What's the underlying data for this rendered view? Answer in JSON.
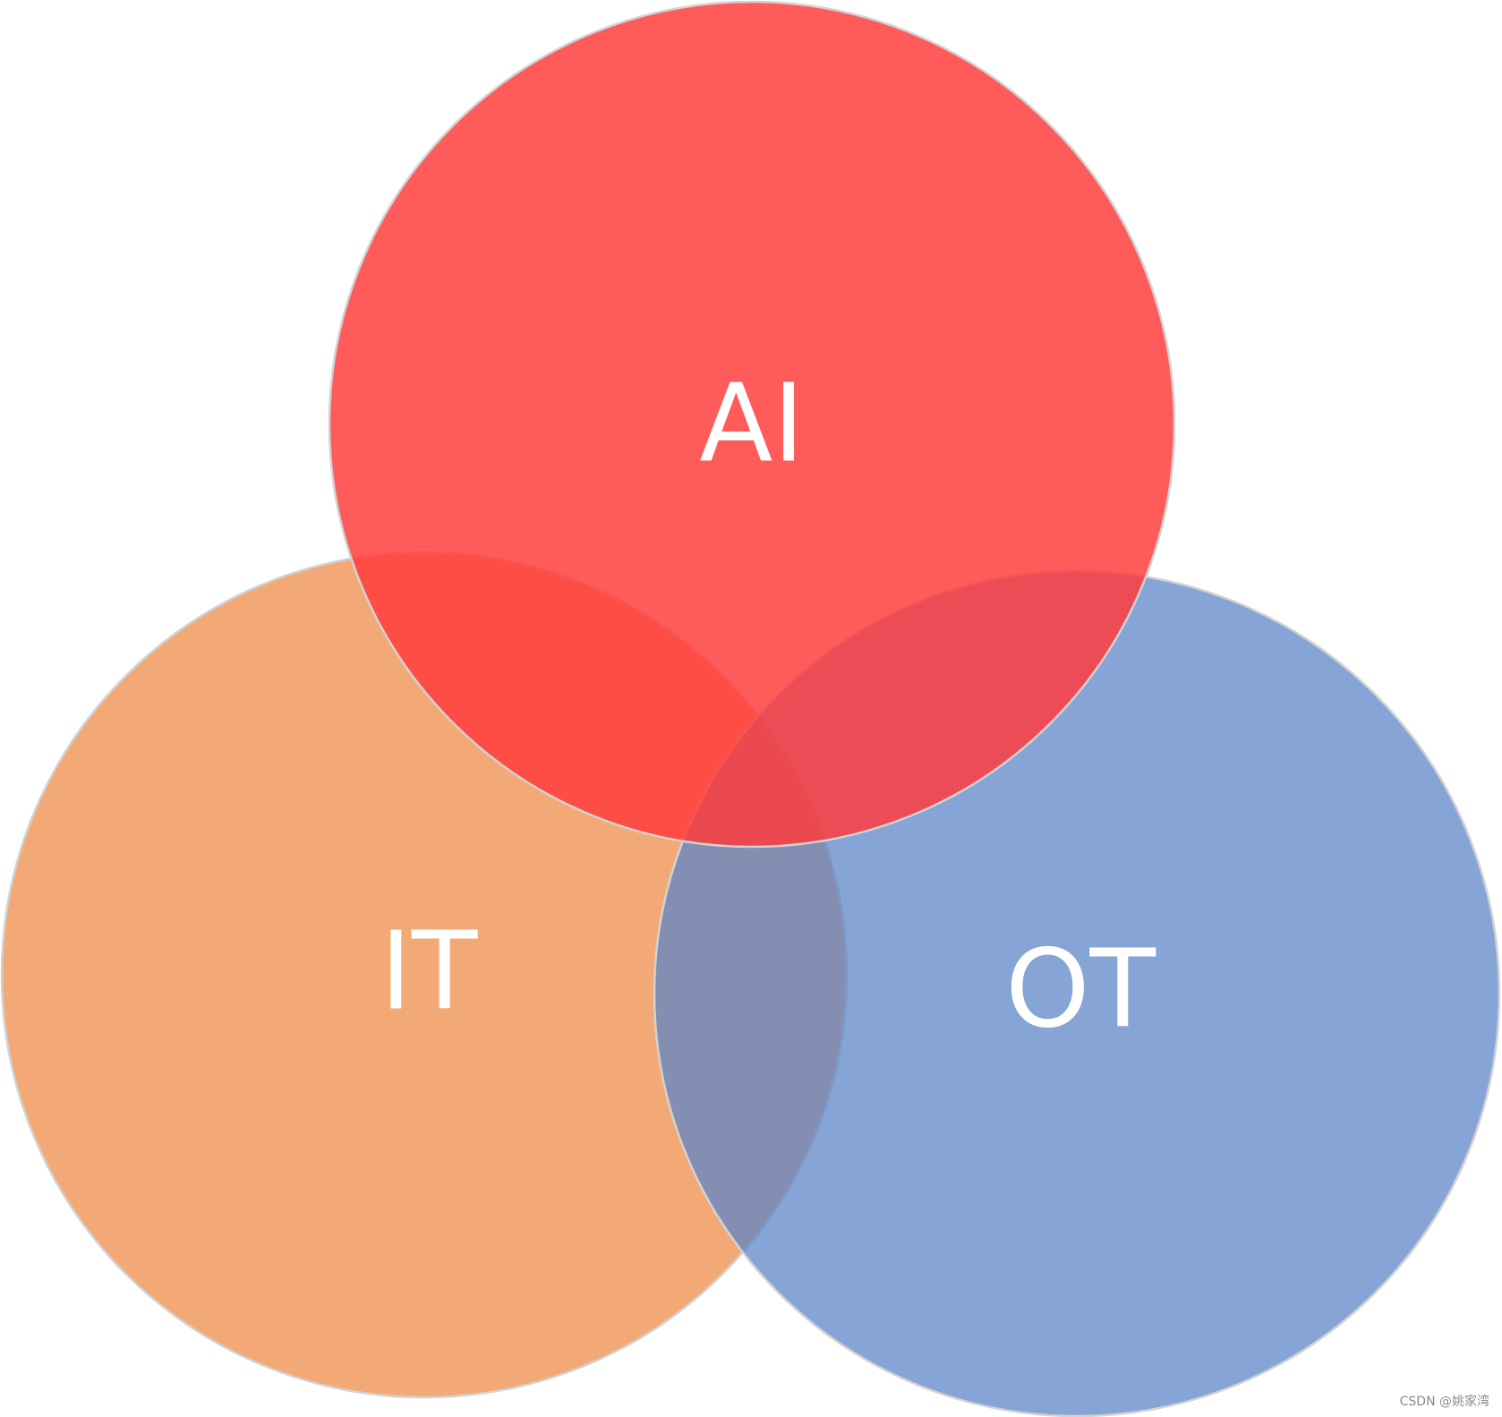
{
  "diagram": {
    "type": "venn",
    "sets": [
      {
        "id": "ai",
        "label": "AI",
        "color": "#ff3b3b"
      },
      {
        "id": "it",
        "label": "IT",
        "color": "#ef8c48"
      },
      {
        "id": "ot",
        "label": "OT",
        "color": "#5f85c8"
      }
    ]
  },
  "watermark": {
    "text": "CSDN @姚家湾"
  }
}
